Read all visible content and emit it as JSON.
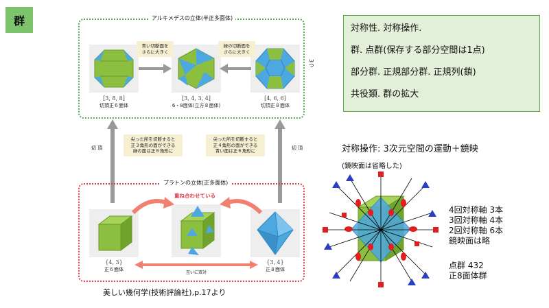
{
  "title": "群",
  "archimedean": {
    "label": "アルキメデスの立体(半正多面体)",
    "note_left": [
      "青い切断面を",
      "さらに大きく"
    ],
    "note_right": [
      "緑の切断面を",
      "さらに大きく"
    ],
    "side_label": "3つ",
    "items": [
      {
        "symbol": "[3, 8, 8]",
        "name": "切頂正６面体"
      },
      {
        "symbol": "[3, 4, 3, 4]",
        "name": "6・8面体(立方８面体)"
      },
      {
        "symbol": "[4, 6, 6]",
        "name": "切頂正８面体"
      }
    ]
  },
  "truncation": {
    "left_label": "切 頂",
    "right_label": "切 頂",
    "note_left": [
      "尖った所を切断すると",
      "正３角形の面ができる",
      "緑の面は正８角形に"
    ],
    "note_right": [
      "尖った所を切断すると",
      "正４角形の面ができる",
      "青い面は正６角形に"
    ]
  },
  "platonic": {
    "label": "プラトンの立体(正多面体)",
    "overlay_label": "重ね合わせている",
    "dual_label": "互いに双対",
    "items": [
      {
        "symbol": "{4, 3}",
        "name": "正６面体"
      },
      {
        "symbol": "{3, 4}",
        "name": "正８面体"
      }
    ]
  },
  "source": "美しい幾何学(技術評論社),p.17より",
  "summary": [
    "対称性. 対称操作.",
    "群. 点群(保存する部分空間は1点)",
    "部分群. 正規部分群. 正規列(鎖)",
    "共役類. 群の拡大"
  ],
  "operation": {
    "title": "対称操作:   3次元空間の運動＋鏡映",
    "subtitle": "(鏡映面は省略した)",
    "axes": [
      "4回対称軸 3本",
      "3回対称軸 4本",
      "2回対称軸 6本",
      "鏡映面は略"
    ],
    "group": [
      "点群 432",
      "正8面体群"
    ]
  },
  "colors": {
    "green": "#8cbf3f",
    "blue": "#4da8e0",
    "red": "#e02020",
    "navy": "#2a3fbf",
    "arrow": "#999999",
    "salmon": "#f08070"
  }
}
